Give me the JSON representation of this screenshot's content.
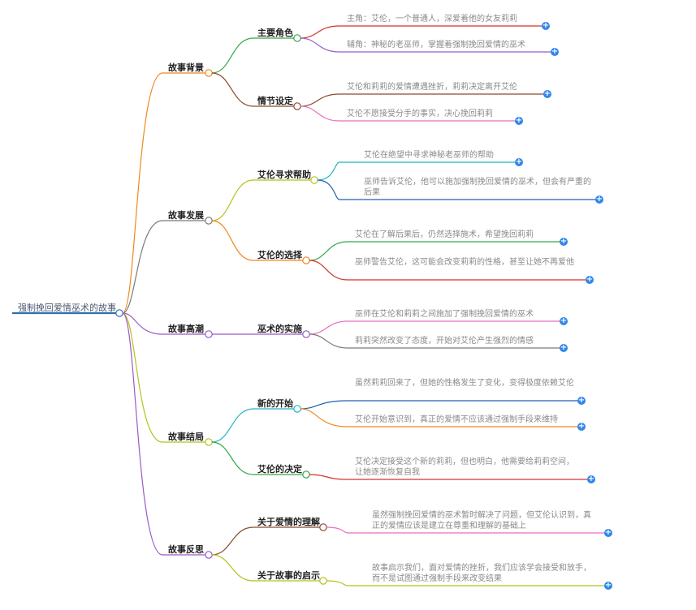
{
  "root": "强制挽回爱情巫术的故事",
  "colors": {
    "root_line": "#2f6fb4",
    "node_fill": "#ffffff",
    "plus_button": "#2f86eb",
    "branch_orange": "#f0881d",
    "branch_gray": "#7a7a7a",
    "branch_purple": "#9b59c7",
    "branch_yellowgreen": "#b5c21a",
    "branch_green": "#35a845",
    "branch_red": "#d2322d",
    "branch_brown": "#8b4a2f",
    "branch_pink": "#e86fbf",
    "branch_teal": "#22b3c2",
    "branch_blue": "#1f5fb0"
  },
  "branches": [
    {
      "label": "故事背景",
      "topics": [
        {
          "label": "主要角色",
          "leaves": [
            "主角：艾伦，一个普通人，深爱着他的女友莉莉",
            "辅角：神秘的老巫师，掌握着强制挽回爱情的巫术"
          ]
        },
        {
          "label": "情节设定",
          "leaves": [
            "艾伦和莉莉的爱情遭遇挫折，莉莉决定离开艾伦",
            "艾伦不愿接受分手的事实，决心挽回莉莉"
          ]
        }
      ]
    },
    {
      "label": "故事发展",
      "topics": [
        {
          "label": "艾伦寻求帮助",
          "leaves": [
            "艾伦在绝望中寻求神秘老巫师的帮助",
            "巫师告诉艾伦，他可以施加强制挽回爱情的巫术，但会有严重的后果"
          ]
        },
        {
          "label": "艾伦的选择",
          "leaves": [
            "艾伦在了解后果后，仍然选择施术，希望挽回莉莉",
            "巫师警告艾伦，这可能会改变莉莉的性格，甚至让她不再爱他"
          ]
        }
      ]
    },
    {
      "label": "故事高潮",
      "topics": [
        {
          "label": "巫术的实施",
          "leaves": [
            "巫师在艾伦和莉莉之间施加了强制挽回爱情的巫术",
            "莉莉突然改变了态度，开始对艾伦产生强烈的情感"
          ]
        }
      ]
    },
    {
      "label": "故事结局",
      "topics": [
        {
          "label": "新的开始",
          "leaves": [
            "虽然莉莉回来了，但她的性格发生了变化，变得极度依赖艾伦",
            "艾伦开始意识到，真正的爱情不应该通过强制手段来维持"
          ]
        },
        {
          "label": "艾伦的决定",
          "leaves": [
            "艾伦决定接受这个新的莉莉，但也明白，他需要给莉莉空间，让她逐渐恢复自我"
          ]
        }
      ]
    },
    {
      "label": "故事反思",
      "topics": [
        {
          "label": "关于爱情的理解",
          "leaves": [
            "虽然强制挽回爱情的巫术暂时解决了问题，但艾伦认识到，真正的爱情应该是建立在尊重和理解的基础上"
          ]
        },
        {
          "label": "关于故事的启示",
          "leaves": [
            "故事启示我们，面对爱情的挫折，我们应该学会接受和放手，而不是试图通过强制手段来改变结果"
          ]
        }
      ]
    }
  ]
}
